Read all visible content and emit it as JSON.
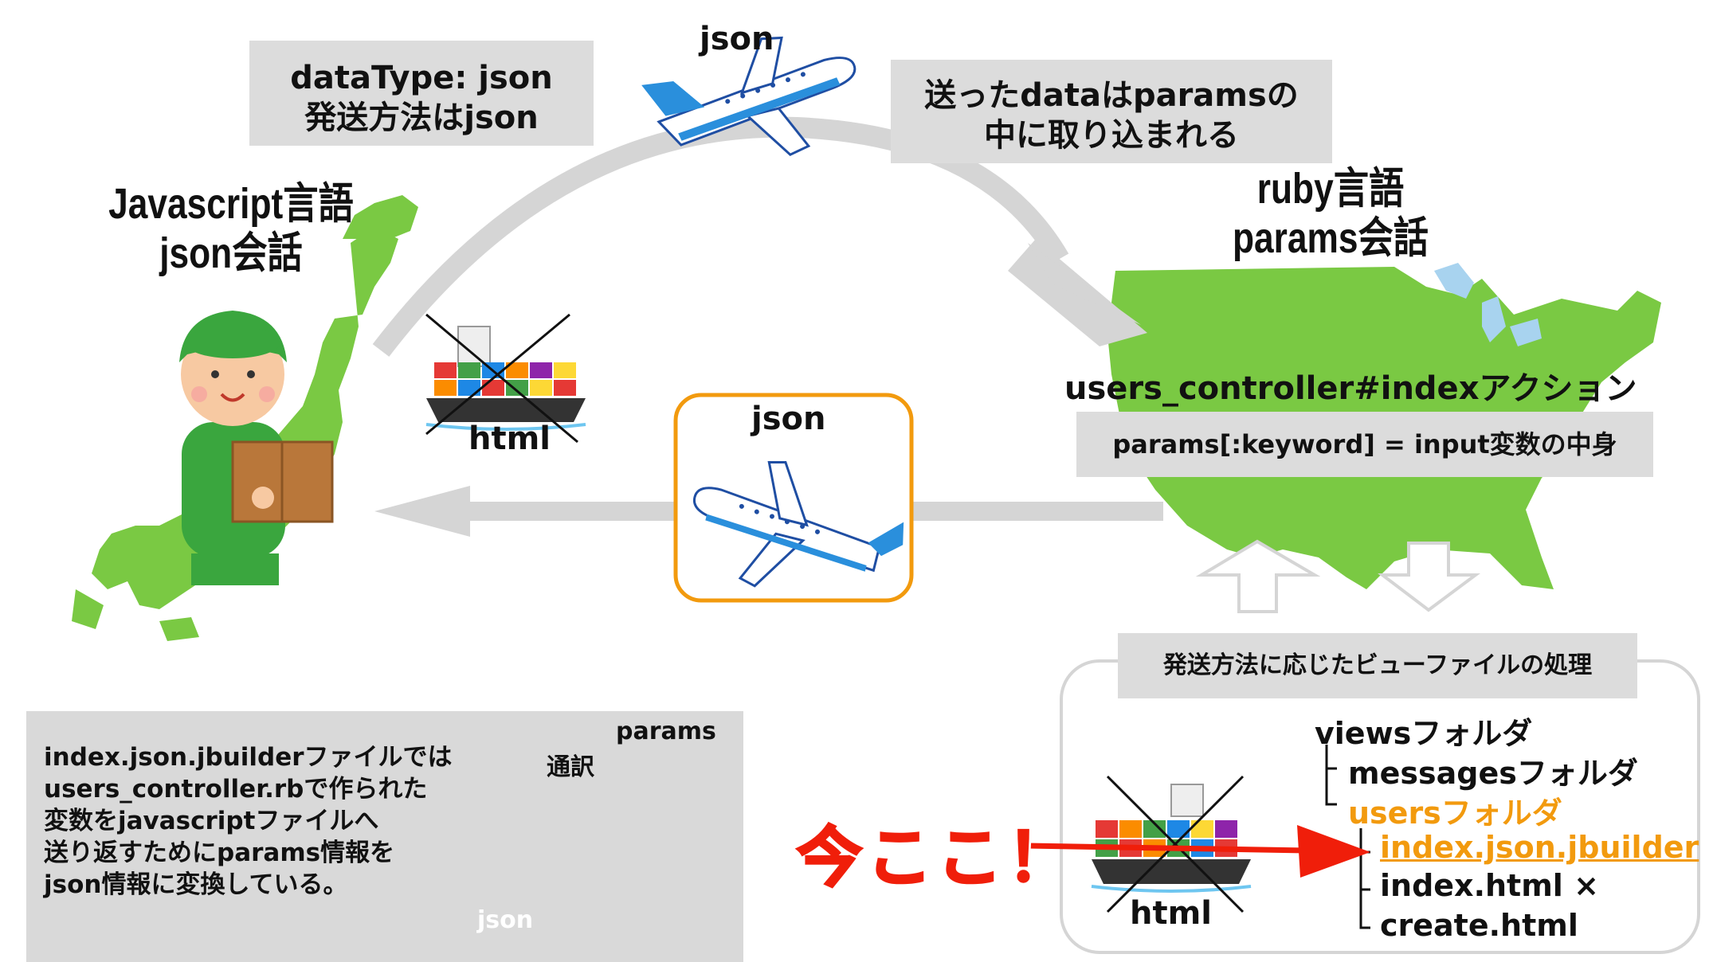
{
  "top_box": {
    "line1": "dataType: json",
    "line2": "発送方法はjson"
  },
  "top_json_label": "json",
  "params_box": {
    "line1": "送ったdataはparamsの",
    "line2": "中に取り込まれる"
  },
  "left_title": {
    "line1": "Javascript言語",
    "line2": "json会話"
  },
  "right_title": {
    "line1": "ruby言語",
    "line2": "params会話"
  },
  "ship_html_label": "html",
  "middle_json_label": "json",
  "controller_label": "users_controller#indexアクション",
  "keyword_box": "params[:keyword] = input変数の中身",
  "view_process_box": "発送方法に応じたビューファイルの処理",
  "tree": {
    "views": "viewsフォルダ",
    "messages": "messagesフォルダ",
    "users": "usersフォルダ",
    "index_json": "index.json.jbuilder",
    "index_json_mark": "○",
    "index_html": "index.html ×",
    "create_html": "create.html"
  },
  "ship2_html_label": "html",
  "now_here": "今ここ！",
  "note": {
    "line1": "index.json.jbuilderファイルでは",
    "line2": "users_controller.rbで作られた",
    "line3": "変数をjavascriptファイルへ",
    "line4": "送り返すためにparams情報を",
    "line5": "json情報に変換している。",
    "interpreter": "通訳",
    "params": "params",
    "json": "json"
  },
  "colors": {
    "land": "#7ac943",
    "arrow": "#d5d5d5",
    "orange": "#f29a0e",
    "red": "#f01e0a",
    "box": "#dcdcdc"
  }
}
